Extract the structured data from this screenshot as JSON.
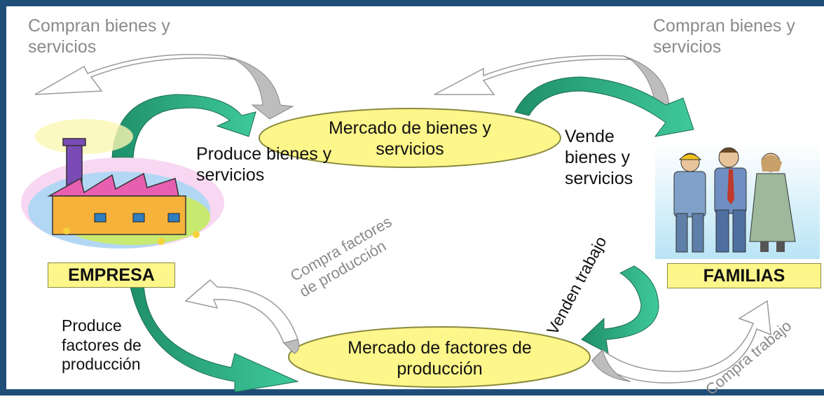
{
  "labels": {
    "compran_left": "Compran bienes y servicios",
    "compran_right": "Compran bienes y servicios",
    "mercado_bienes": "Mercado de bienes y servicios",
    "produce_bienes": "Produce bienes y servicios",
    "vende_bienes": "Vende bienes y servicios",
    "empresa": "EMPRESA",
    "familias": "FAMILIAS",
    "compra_factores": "Compra factores de producción",
    "venden_trabajo": "Venden trabajo",
    "produce_factores": "Produce factores de producción",
    "mercado_factores": "Mercado de factores de producción",
    "compra_trabajo": "Compra trabajo"
  },
  "colors": {
    "frame": "#1f4e79",
    "market_fill": "#fdf68a",
    "green_arrow": "#2aa37e",
    "gray_arrow": "#b9b9b9"
  },
  "icons": [
    "factory-clipart",
    "workers-clipart"
  ]
}
